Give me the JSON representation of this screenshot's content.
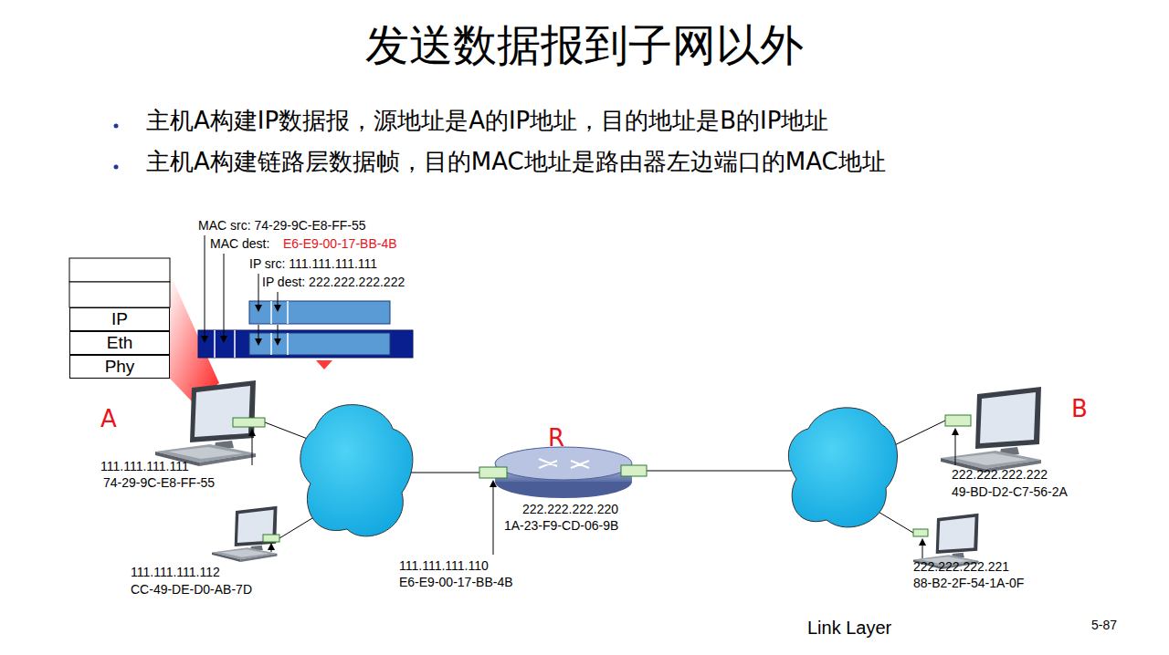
{
  "diagram": {
    "title": "发送数据报到子网以外",
    "nodes": [
      {
        "text": [
          "IP"
        ]
      },
      {
        "text": [
          "Eth"
        ]
      },
      {
        "text": [
          "Phy"
        ]
      }
    ],
    "labels": [
      "主机A构建IP数据报，源地址是A的IP地址，目的地址是B的IP地址",
      "主机A构建链路层数据帧，目的MAC地址是路由器左边端口的MAC地址",
      "MAC src: 74-29-9C-E8-FF-55",
      "MAC dest:",
      "E6-E9-00-17-BB-4B",
      "IP src: 111.111.111.111",
      "IP dest: 222.222.222.222",
      "A",
      "111.111.111.111",
      "74-29-9C-E8-FF-55",
      "111.111.111.112",
      "CC-49-DE-D0-AB-7D",
      "R",
      "222.222.222.220",
      "1A-23-F9-CD-06-9B",
      "111.111.111.110",
      "E6-E9-00-17-BB-4B",
      "B",
      "222.222.222.222",
      "49-BD-D2-C7-56-2A",
      "222.222.222.221",
      "88-B2-2F-54-1A-0F",
      "Link Layer",
      "5-87"
    ]
  }
}
